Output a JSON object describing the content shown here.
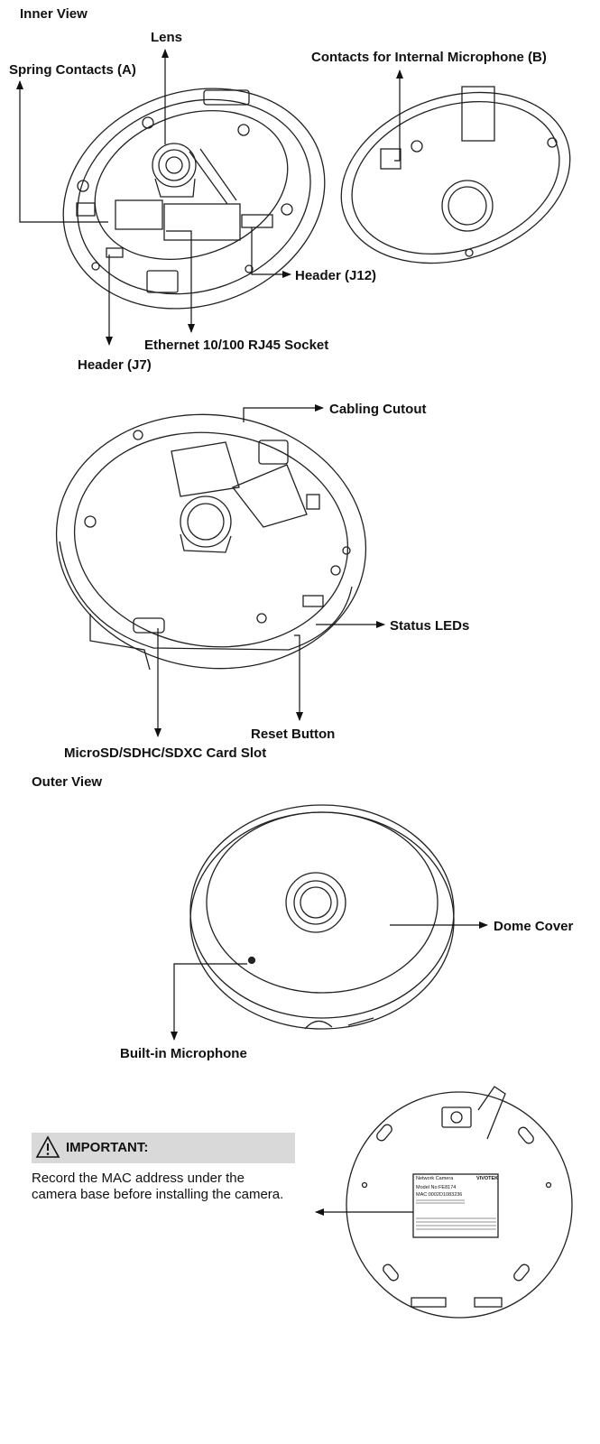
{
  "sections": {
    "inner_view": "Inner View",
    "outer_view": "Outer View"
  },
  "labels": {
    "lens": "Lens",
    "spring_contacts": "Spring Contacts (A)",
    "internal_mic_contacts": "Contacts for Internal Microphone (B)",
    "header_j12": "Header (J12)",
    "ethernet": "Ethernet 10/100 RJ45 Socket",
    "header_j7": "Header (J7)",
    "cabling_cutout": "Cabling Cutout",
    "status_leds": "Status LEDs",
    "reset_button": "Reset Button",
    "card_slot": "MicroSD/SDHC/SDXC Card Slot",
    "dome_cover": "Dome Cover",
    "builtin_mic": "Built-in Microphone"
  },
  "important": {
    "title": "IMPORTANT:",
    "text_line1": "Record the MAC address under the",
    "text_line2": "camera base before installing the camera."
  },
  "base_label": {
    "brand": "VIVOTEK",
    "product": "Network Camera",
    "model": "Model No:FE8174",
    "mac": "MAC:0002D1083236"
  }
}
